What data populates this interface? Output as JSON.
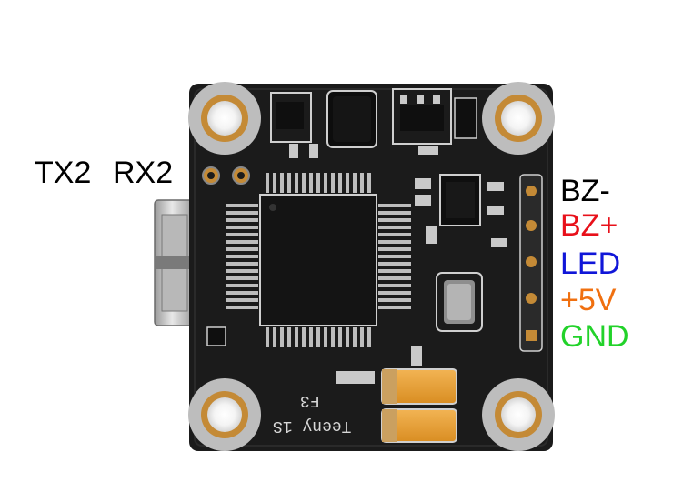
{
  "left_labels": {
    "tx": "TX2",
    "rx": "RX2"
  },
  "pin_labels": [
    {
      "text": "BZ-",
      "color": "#000000"
    },
    {
      "text": "BZ+",
      "color": "#e8101a"
    },
    {
      "text": "LED",
      "color": "#1016d8"
    },
    {
      "text": "+5V",
      "color": "#f07010"
    },
    {
      "text": "GND",
      "color": "#22d22a"
    }
  ],
  "board_silk": {
    "model": "F3",
    "name": "Teeny 1S"
  },
  "colors": {
    "board": "#1b1b1b",
    "gold": "#c48a36",
    "silver": "#cfcfcf",
    "capacitor": "#e8a23c"
  }
}
